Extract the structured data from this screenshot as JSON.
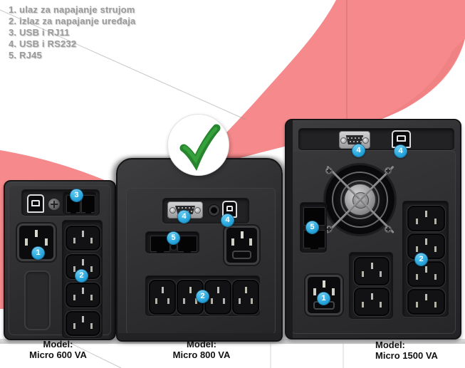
{
  "legend": {
    "items": [
      "1. ulaz za napajanje strujom",
      "2. izlaz za napajanje uređaja",
      "3. USB i RJ11",
      "4. USB i RS232",
      "5. RJ45"
    ]
  },
  "devices": [
    {
      "model_label": "Model:",
      "model_name": "Micro 600 VA",
      "callouts": {
        "power_input": "1",
        "power_output": "2",
        "usb_rj11": "3"
      }
    },
    {
      "model_label": "Model:",
      "model_name": "Micro 800 VA",
      "callouts": {
        "rs232": "4",
        "usb": "4",
        "rj45": "5",
        "power_output": "2"
      }
    },
    {
      "model_label": "Model:",
      "model_name": "Micro 1500 VA",
      "callouts": {
        "rs232": "4",
        "usb": "4",
        "rj45": "5",
        "power_input": "1",
        "power_output": "2"
      }
    }
  ],
  "colors": {
    "background_pink": "#f5898b",
    "callout_blue": "#28a5dc",
    "check_green": "#2b9130",
    "device_body": "#2e2e30"
  }
}
